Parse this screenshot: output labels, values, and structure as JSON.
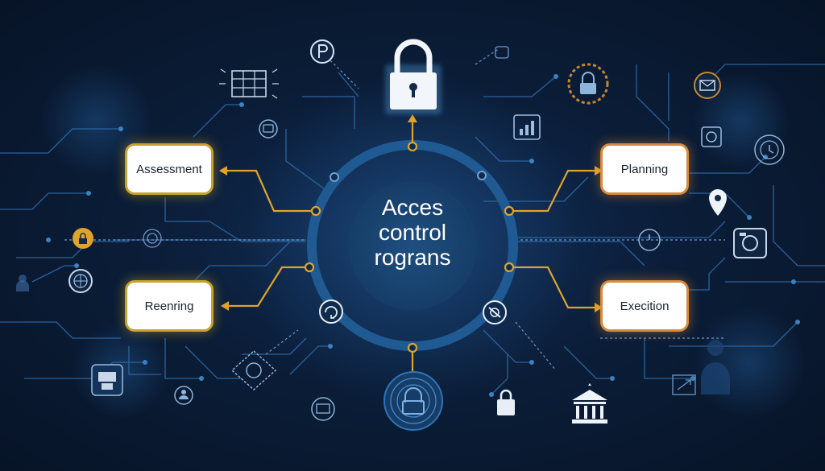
{
  "center": {
    "lines": [
      "Acces",
      "control",
      "rograns"
    ]
  },
  "nodes": {
    "assessment": "Assessment",
    "planning": "Planning",
    "reenring": "Reenring",
    "execution": "Execition"
  },
  "colors": {
    "background": "#0b1d38",
    "ring": "#1f5a93",
    "connector": "#e0a32a",
    "circuit": "#2e6aa6",
    "box_yellow_glow": "#c9a227",
    "box_orange_glow": "#d8893a"
  },
  "icons": [
    "padlock-icon",
    "p-coin-icon",
    "calendar-grid-icon",
    "gear-lock-icon",
    "bar-chart-icon",
    "chat-bubble-icon",
    "mail-icon",
    "location-pin-icon",
    "clock-icon",
    "camera-icon",
    "bank-icon",
    "lock-small-icon",
    "fingerprint-badge-icon",
    "shield-handshake-icon",
    "keyhole-badge-icon",
    "user-icon",
    "refresh-icon"
  ]
}
